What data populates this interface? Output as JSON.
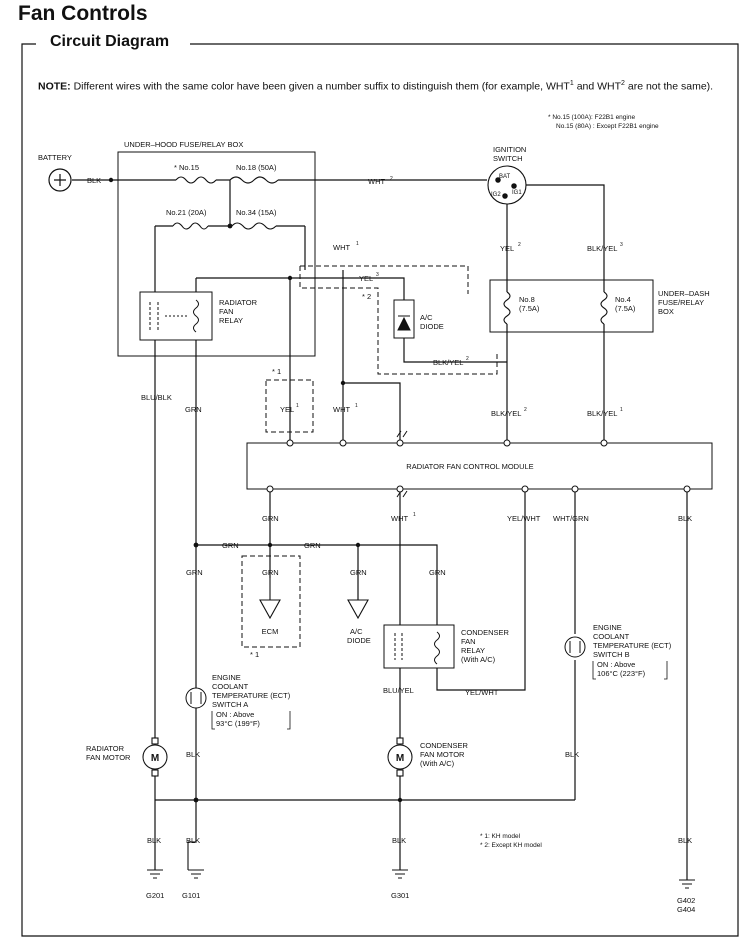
{
  "page": {
    "title": "Fan Controls",
    "section": "Circuit Diagram"
  },
  "note": {
    "lead": "NOTE:",
    "text_a": "Different wires with the same color have been given a number suffix to distinguish them (for example, WHT",
    "sup_a": "1",
    "text_b": "and WHT",
    "sup_b": "2",
    "text_c": "are not the same)."
  },
  "engine_notes": [
    "* No.15 (100A): F22B1 engine",
    "No.15 (80A) : Except F22B1 engine"
  ],
  "model_notes": [
    "* 1: KH model",
    "* 2: Except KH model"
  ],
  "boxes": {
    "underhood": "UNDER–HOOD FUSE/RELAY BOX",
    "underdash": [
      "UNDER–DASH",
      "FUSE/RELAY",
      "BOX"
    ],
    "control_module": "RADIATOR FAN CONTROL MODULE"
  },
  "components": {
    "battery": "BATTERY",
    "ignition": [
      "IGNITION",
      "SWITCH"
    ],
    "ign_terms": [
      "BAT",
      "IG1",
      "IG2"
    ],
    "rad_relay": [
      "RADIATOR",
      "FAN",
      "RELAY"
    ],
    "ac_diode_top": [
      "A/C",
      "DIODE"
    ],
    "ecm": "ECM",
    "ac_diode_bottom": [
      "A/C",
      "DIODE"
    ],
    "cond_relay": [
      "CONDENSER",
      "FAN",
      "RELAY",
      "(With A/C)"
    ],
    "ect_a": [
      "ENGINE",
      "COOLANT",
      "TEMPERATURE (ECT)",
      "SWITCH A",
      "ON : Above",
      "93°C (199°F)"
    ],
    "ect_b": [
      "ENGINE",
      "COOLANT",
      "TEMPERATURE (ECT)",
      "SWITCH B",
      "ON : Above",
      "106°C (223°F)"
    ],
    "rad_motor": [
      "RADIATOR",
      "FAN MOTOR"
    ],
    "cond_motor": [
      "CONDENSER",
      "FAN MOTOR",
      "(With A/C)"
    ],
    "motor_symbol": "M"
  },
  "fuses": {
    "no15": "* No.15",
    "no18": "No.18 (50A)",
    "no21": "No.21 (20A)",
    "no34": "No.34 (15A)",
    "no8": [
      "No.8",
      "(7.5A)"
    ],
    "no4": [
      "No.4",
      "(7.5A)"
    ]
  },
  "marks": {
    "star1": "* 1",
    "star2": "* 2"
  },
  "wires": {
    "blk": "BLK",
    "wht2": "WHT",
    "wht2_sup": "2",
    "wht1": "WHT",
    "sup1": "1",
    "yel3": "YEL",
    "sup3": "3",
    "blkyel2": "BLK/YEL",
    "sup2": "2",
    "yel2": "YEL",
    "blkyel3": "BLK/YEL",
    "blublk": "BLU/BLK",
    "grn": "GRN",
    "yel1": "YEL",
    "blkyel1": "BLK/YEL",
    "yelwht": "YEL/WHT",
    "whtgrn": "WHT/GRN",
    "bluyel": "BLU/YEL"
  },
  "grounds": [
    "G201",
    "G101",
    "G301",
    "G402",
    "G404"
  ]
}
